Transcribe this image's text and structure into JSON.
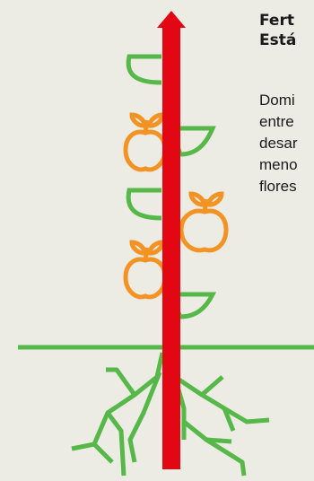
{
  "colors": {
    "background": "#ecece4",
    "arrow": "#e30613",
    "plant_green": "#55b848",
    "fruit_orange": "#f39323",
    "text": "#1a1a1a"
  },
  "icons": [
    "arrow-up-icon",
    "leaf-icon",
    "apple-icon",
    "ground-line",
    "roots-icon"
  ],
  "text_panel": {
    "title_lines": [
      "Fert",
      "Está"
    ],
    "body_lines": [
      "Domi",
      "entre",
      "desar",
      "meno",
      "flores"
    ]
  }
}
